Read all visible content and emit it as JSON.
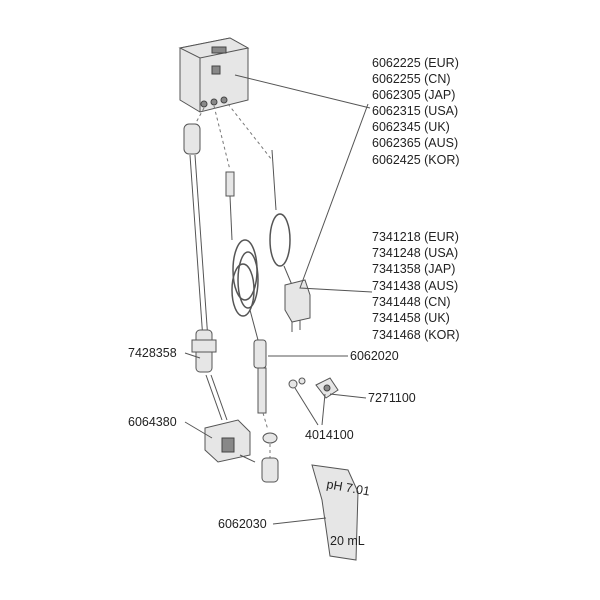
{
  "diagram": {
    "controller_part_numbers": [
      "6062225 (EUR)",
      "6062255 (CN)",
      "6062305 (JAP)",
      "6062315 (USA)",
      "6062345 (UK)",
      "6062365 (AUS)",
      "6062425 (KOR)"
    ],
    "power_supply_part_numbers": [
      "7341218 (EUR)",
      "7341248 (USA)",
      "7341358 (JAP)",
      "7341438 (AUS)",
      "7341448 (CN)",
      "7341458 (UK)",
      "7341468 (KOR)"
    ],
    "valve_part": "7428358",
    "ph_electrode_part": "6062020",
    "holder_part": "7271100",
    "suction_cup_part": "4014100",
    "solenoid_part": "6064380",
    "buffer_pouch_part": "6062030",
    "pouch_text": "pH 7.01",
    "pouch_volume": "20 mL"
  }
}
